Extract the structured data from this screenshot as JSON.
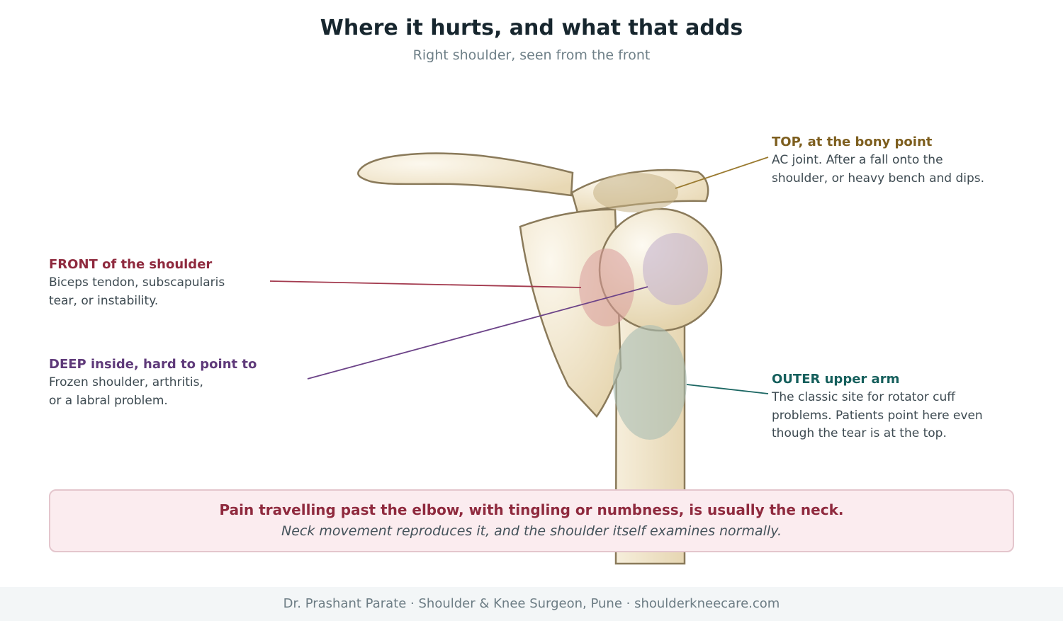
{
  "header": {
    "title": "Where it hurts, and what that adds",
    "subtitle": "Right shoulder, seen from the front"
  },
  "callouts": {
    "top": {
      "heading": "TOP, at the bony point",
      "text": "AC joint. After a fall onto the\nshoulder, or heavy bench and dips.",
      "color": "#7d5e1e"
    },
    "front": {
      "heading": "FRONT of the shoulder",
      "text": "Biceps tendon, subscapularis\ntear, or instability.",
      "color": "#8f2a3e"
    },
    "deep": {
      "heading": "DEEP inside, hard to point to",
      "text": "Frozen shoulder, arthritis,\nor a labral problem.",
      "color": "#5f3a7a"
    },
    "outer": {
      "heading": "OUTER upper arm",
      "text": "The classic site for rotator cuff\nproblems. Patients point here even\nthough the tear is at the top.",
      "color": "#155f5c"
    }
  },
  "warning": {
    "main": "Pain travelling past the elbow, with tingling or numbness, is usually the neck.",
    "sub": "Neck movement reproduces it, and the shoulder itself examines normally."
  },
  "footer": {
    "text": "Dr. Prashant Parate · Shoulder & Knee Surgeon, Pune · shoulderkneecare.com"
  },
  "colors": {
    "bone_fill": "#efe3c8",
    "bone_stroke": "#8a7a5a",
    "zone_top": "#c9b88a",
    "zone_front": "#dca4a4",
    "zone_deep": "#c9b9cf",
    "zone_outer": "#aebfb6"
  }
}
